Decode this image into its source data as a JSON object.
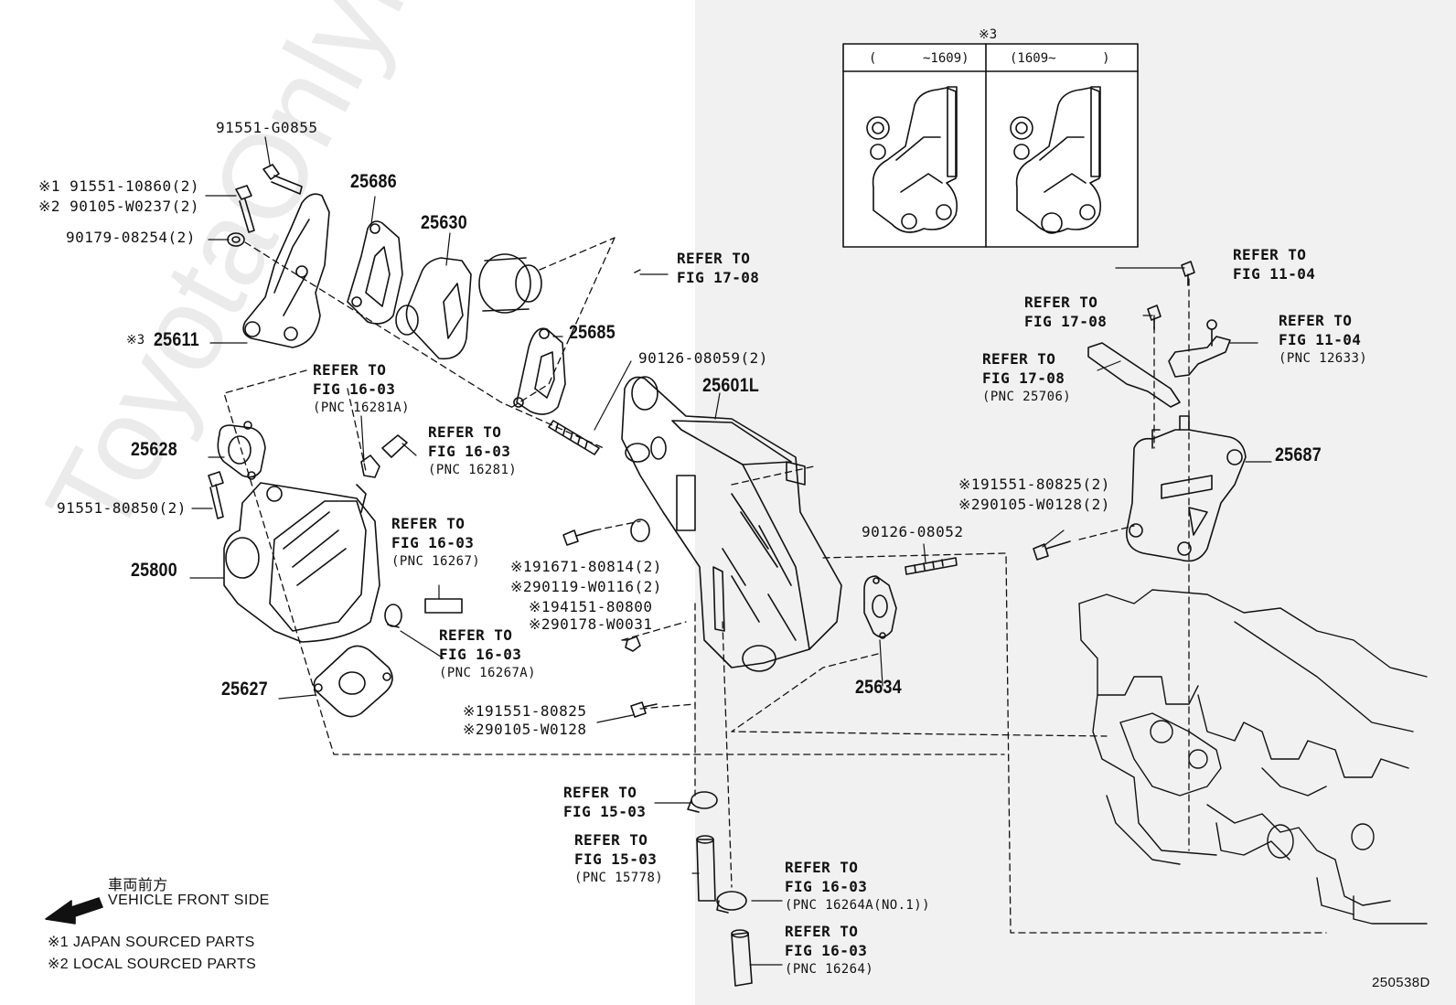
{
  "watermark": "ToyotaOnlyMe.ru",
  "inset": {
    "mark": "※3",
    "left_header": "(      ~1609)",
    "right_header": "(1609~      )"
  },
  "parts": {
    "p_91551_G0855": "91551-G0855",
    "p_25686": "25686",
    "p_25630": "25630",
    "p_91551_10860": "※1 91551-10860(2)",
    "p_90105_W0237": "※2 90105-W0237(2)",
    "p_90179_08254": "90179-08254(2)",
    "p_25611": "25611",
    "p_25611_mark": "※3",
    "p_25685": "25685",
    "p_90126_08059": "90126-08059(2)",
    "p_25601L": "25601L",
    "p_25628": "25628",
    "p_91551_80850": "91551-80850(2)",
    "p_25800": "25800",
    "p_191671": "※191671-80814(2)",
    "p_290119": "※290119-W0116(2)",
    "p_194151": "※194151-80800",
    "p_290178": "※290178-W0031",
    "p_25627": "25627",
    "p_191551_80825": "※191551-80825",
    "p_290105_W0128": "※290105-W0128",
    "p_90126_08052": "90126-08052",
    "p_25634": "25634",
    "p_191551_80825_2": "※191551-80825(2)",
    "p_290105_W0128_2": "※290105-W0128(2)",
    "p_25687": "25687"
  },
  "refs": {
    "r1708a": {
      "l1": "REFER TO",
      "l2": "FIG 17-08"
    },
    "r1604a": {
      "l1": "REFER TO",
      "l2": "FIG 11-04"
    },
    "r1708b": {
      "l1": "REFER TO",
      "l2": "FIG 17-08"
    },
    "r1604b": {
      "l1": "REFER TO",
      "l2": "FIG 11-04",
      "l3": "(PNC 12633)"
    },
    "r1708c": {
      "l1": "REFER TO",
      "l2": "FIG 17-08",
      "l3": "(PNC 25706)"
    },
    "r1603a": {
      "l1": "REFER TO",
      "l2": "FIG 16-03",
      "l3": "(PNC 16281A)"
    },
    "r1603b": {
      "l1": "REFER TO",
      "l2": "FIG 16-03",
      "l3": "(PNC 16281)"
    },
    "r1603c": {
      "l1": "REFER TO",
      "l2": "FIG 16-03",
      "l3": "(PNC 16267)"
    },
    "r1603d": {
      "l1": "REFER TO",
      "l2": "FIG 16-03",
      "l3": "(PNC 16267A)"
    },
    "r1503a": {
      "l1": "REFER TO",
      "l2": "FIG 15-03"
    },
    "r1503b": {
      "l1": "REFER TO",
      "l2": "FIG 15-03",
      "l3": "(PNC 15778)"
    },
    "r1603e": {
      "l1": "REFER TO",
      "l2": "FIG 16-03",
      "l3": "(PNC 16264A(NO.1))"
    },
    "r1603f": {
      "l1": "REFER TO",
      "l2": "FIG 16-03",
      "l3": "(PNC 16264)"
    }
  },
  "legend": {
    "jp": "車両前方",
    "front": "VEHICLE FRONT SIDE",
    "note1": "※1 JAPAN SOURCED PARTS",
    "note2": "※2 LOCAL SOURCED PARTS"
  },
  "figure_id": "250538D"
}
